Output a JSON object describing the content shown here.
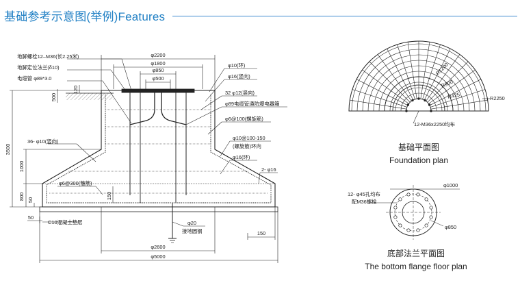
{
  "header": {
    "title": "基础参考示意图(举例)Features"
  },
  "section_view": {
    "labels": {
      "anchor_bolts": "地脚螺栓12–M36(长2.25米)",
      "positioning_flange": "地脚定位法兰(δ10)",
      "cable_pipe": "电缆管 φ89*3.0",
      "ring_bar_top": "φ10(环)",
      "vertical_bar_top": "φ16(竖向)",
      "vertical_bar_32": "32 φ12(竖向)",
      "cable_box": "φ89电缆管通防爆电器箱",
      "spiral_bar_100": "φ6@100(螺旋筋)",
      "vertical_bar_36": "36- φ10(竖向)",
      "ring_bar_spiral": "φ10@100-150",
      "ring_bar_spiral_sub": "(螺旋筋)环向",
      "ring_bar_16": "φ16(环)",
      "bars_2_16": "2- φ16",
      "stirrup_300": "φ6@300(箍筋)",
      "c10_layer": "C10混凝土垫层",
      "ground_rod": "φ20",
      "ground_rod_sub": "接地圆钢"
    },
    "dims": {
      "d2200": "φ2200",
      "d1800": "φ1800",
      "d850": "φ850",
      "d500": "φ500",
      "d2600": "φ2600",
      "d5000": "φ5000",
      "h3500": "3500",
      "h1000": "1000",
      "h800": "800",
      "h50": "50",
      "h500": "500",
      "h120": "120",
      "h150": "150",
      "w50": "50",
      "w150": "150"
    }
  },
  "foundation_plan": {
    "caption_cn": "基础平面图",
    "caption_en": "Foundation plan",
    "r1200": "R1200",
    "r900": "R900",
    "r425": "R425",
    "r2250": "R2250",
    "bolt_note": "12-M36x2250均布"
  },
  "flange_plan": {
    "caption_cn": "底部法兰平面图",
    "caption_en": "The bottom flange floor plan",
    "d1000": "φ1000",
    "d850": "φ850",
    "holes_line1": "12- φ45孔均布",
    "holes_line2": "配M36螺栓"
  }
}
